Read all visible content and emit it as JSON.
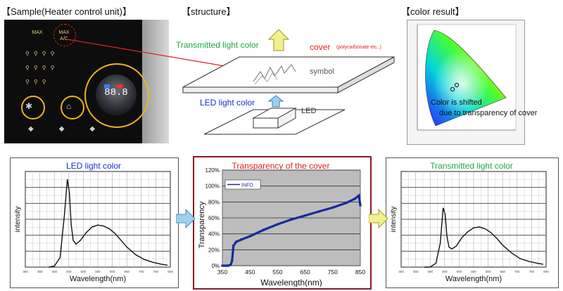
{
  "sections": {
    "sample_title": "【Sample(Heater control unit)】",
    "structure_title": "【structure】",
    "color_result_title": "【color result】"
  },
  "photo": {
    "buttons": [
      "MAX",
      "MAX\nA/C"
    ],
    "display_number": "88.8"
  },
  "structure": {
    "transmitted_label": "Transmitted light color",
    "cover_label": "cover",
    "cover_note": "(polycarbonate etc..)",
    "symbol_label": "symbol",
    "led_light_label": "LED light color",
    "led_label": "LED"
  },
  "color_result": {
    "annotation_line1": "Color is shifted",
    "annotation_line2": "due to transparency of cover"
  },
  "colors": {
    "green_label": "#1ea84a",
    "red_label": "#e02020",
    "blue_label": "#1a2fd6",
    "panel_border_red": "#8b1a1a",
    "series_blue": "#1a2a9a",
    "arrow_blue": "#9fd0ef",
    "arrow_yellow": "#f2f08a"
  },
  "chart_data": [
    {
      "type": "line",
      "title": "LED light color",
      "xlabel": "Wavelength(nm)",
      "ylabel": "intensity",
      "xlim": [
        300,
        800
      ],
      "x": [
        380,
        400,
        420,
        435,
        445,
        452,
        458,
        465,
        475,
        490,
        510,
        530,
        550,
        570,
        590,
        610,
        630,
        650,
        680,
        710,
        740,
        770,
        790
      ],
      "y": [
        0.0,
        0.01,
        0.1,
        0.55,
        0.92,
        0.78,
        0.45,
        0.28,
        0.24,
        0.28,
        0.36,
        0.42,
        0.44,
        0.43,
        0.4,
        0.35,
        0.28,
        0.21,
        0.13,
        0.08,
        0.05,
        0.03,
        0.02
      ]
    },
    {
      "type": "line",
      "title": "Transparency of the cover",
      "xlabel": "Wavelength(nm)",
      "ylabel": "Transparency",
      "xticks": [
        350,
        450,
        550,
        650,
        750,
        850
      ],
      "yticks": [
        "0%",
        "20%",
        "40%",
        "60%",
        "80%",
        "100%",
        "120%"
      ],
      "xlim": [
        350,
        850
      ],
      "ylim": [
        0,
        120
      ],
      "legend": "top-left",
      "series": [
        {
          "name": "INFO",
          "x": [
            350,
            370,
            380,
            385,
            390,
            400,
            420,
            450,
            500,
            550,
            600,
            650,
            700,
            750,
            800,
            830,
            845,
            850
          ],
          "y": [
            0,
            0,
            1,
            6,
            25,
            30,
            33,
            37,
            45,
            52,
            58,
            63,
            68,
            73,
            79,
            84,
            88,
            76
          ]
        }
      ]
    },
    {
      "type": "line",
      "title": "Transmitted light color",
      "xlabel": "Wavelength(nm)",
      "ylabel": "intensity",
      "xlim": [
        300,
        800
      ],
      "x": [
        380,
        400,
        420,
        435,
        445,
        452,
        458,
        465,
        475,
        490,
        510,
        530,
        550,
        570,
        590,
        610,
        630,
        650,
        680,
        710,
        740,
        770,
        790
      ],
      "y": [
        0.0,
        0.0,
        0.04,
        0.25,
        0.62,
        0.55,
        0.32,
        0.21,
        0.19,
        0.22,
        0.31,
        0.37,
        0.41,
        0.42,
        0.4,
        0.36,
        0.3,
        0.23,
        0.15,
        0.09,
        0.06,
        0.04,
        0.03
      ]
    }
  ]
}
